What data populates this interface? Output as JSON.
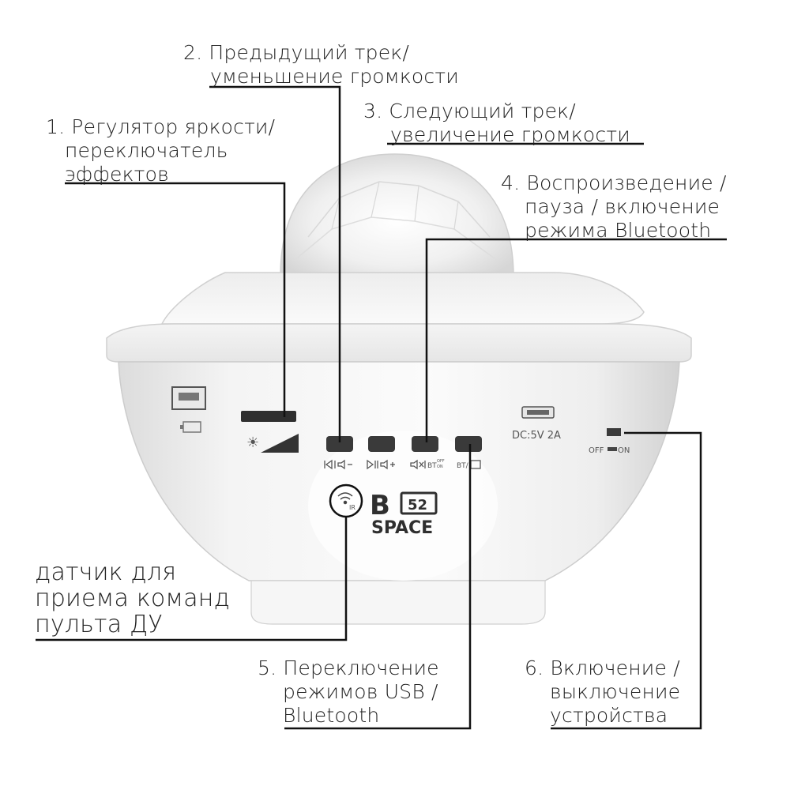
{
  "callouts": {
    "c1": {
      "line1": "1. Регулятор яркости/",
      "line2": "переключатель",
      "line3": "эффектов"
    },
    "c2": {
      "line1": "2. Предыдущий трек/",
      "line2": "уменьшение громкости"
    },
    "c3": {
      "line1": "3. Следующий трек/",
      "line2": "увеличение громкости"
    },
    "c4": {
      "line1": "4. Воспроизведение /",
      "line2": "пауза / включение",
      "line3": "режима Bluetooth"
    },
    "ir": {
      "line1": "датчик для",
      "line2": "приема команд",
      "line3": "пульта ДУ"
    },
    "c5": {
      "line1": "5. Переключение",
      "line2": "режимов USB /",
      "line3": "Bluetooth"
    },
    "c6": {
      "line1": "6. Включение /",
      "line2": "выключение",
      "line3": "устройства"
    }
  },
  "device": {
    "brand_letter": "B",
    "brand_number": "52",
    "brand_name": "SPACE",
    "ir_label": "IR",
    "dc_label": "DC:5V 2A",
    "switch_off": "OFF",
    "switch_on": "ON",
    "button_icons": [
      "prev-vol-down-icon",
      "next-vol-up-icon",
      "play-pause-bt-icon",
      "bt-usb-mode-icon"
    ]
  },
  "colors": {
    "body": "#f7f7f7",
    "shade": "#e2e2e2",
    "line": "#111111",
    "button": "#3a3a3a"
  }
}
